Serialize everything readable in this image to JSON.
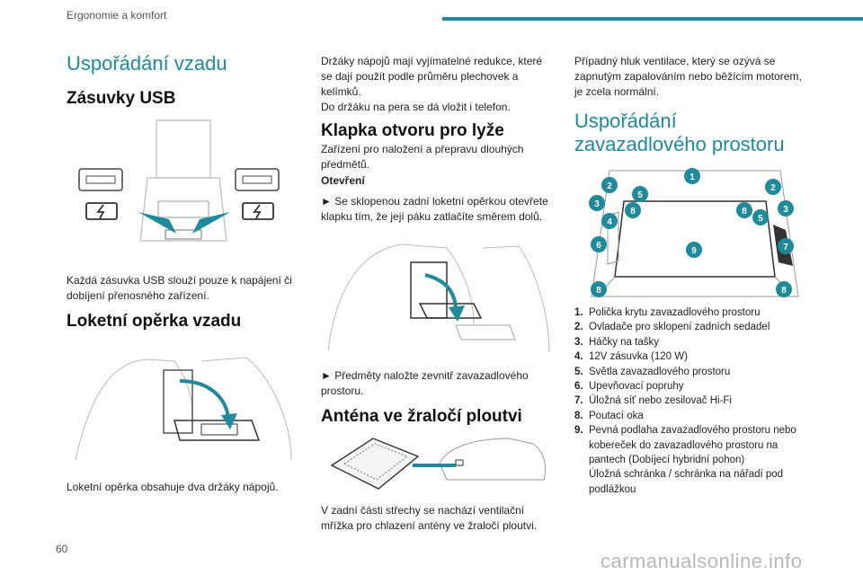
{
  "header": {
    "section": "Ergonomie a komfort",
    "accent_color": "#1e8a9a"
  },
  "col1": {
    "title": "Uspořádání vzadu",
    "usb_heading": "Zásuvky USB",
    "usb_text": "Každá zásuvka USB slouží pouze k napájení či dobíjení přenosného zařízení.",
    "armrest_heading": "Loketní opěrka vzadu",
    "armrest_text": "Loketní opěrka obsahuje dva držáky nápojů."
  },
  "col2": {
    "cupholder_text": "Držáky nápojů mají vyjímatelné redukce, které se dají použít podle průměru plechovek a kelímků.",
    "pen_text": "Do držáku na pera se dá vložit i telefon.",
    "ski_heading": "Klapka otvoru pro lyže",
    "ski_text": "Zařízení pro naložení a přepravu dlouhých předmětů.",
    "opening_label": "Otevření",
    "step1": "► Se sklopenou zadní loketní opěrkou otevřete klapku tím, že její páku zatlačíte směrem dolů.",
    "step2": "► Předměty naložte zevnitř zavazadlového prostoru.",
    "antenna_heading": "Anténa ve žraločí ploutvi",
    "antenna_text": "V zadní části střechy se nachází ventilační mřížka pro chlazení antény ve žraločí ploutvi."
  },
  "col3": {
    "noise_text": "Případný hluk ventilace, který se ozývá se zapnutým zapalováním nebo běžícím motorem, je zcela normální.",
    "trunk_title_line1": "Uspořádání",
    "trunk_title_line2": "zavazadlového prostoru",
    "callouts": [
      "1",
      "2",
      "3",
      "4",
      "5",
      "6",
      "7",
      "8",
      "9"
    ],
    "items": [
      {
        "num": "1.",
        "text": "Polička krytu zavazadlového prostoru"
      },
      {
        "num": "2.",
        "text": "Ovladače pro sklopení zadních sedadel"
      },
      {
        "num": "3.",
        "text": "Háčky na tašky"
      },
      {
        "num": "4.",
        "text": "12V zásuvka (120 W)"
      },
      {
        "num": "5.",
        "text": "Světla zavazadlového prostoru"
      },
      {
        "num": "6.",
        "text": "Upevňovací popruhy"
      },
      {
        "num": "7.",
        "text": "Úložná síť nebo zesilovač Hi-Fi"
      },
      {
        "num": "8.",
        "text": "Poutací oka"
      },
      {
        "num": "9.",
        "text": "Pevná podlaha zavazadlového prostoru nebo kobereček do zavazadlového prostoru na pantech (Dobíjecí hybridní pohon)"
      }
    ],
    "item9_extra": "Úložná schránka / schránka na nářadí pod podlážkou"
  },
  "footer": {
    "page_number": "60",
    "watermark": "carmanualsonline.info"
  }
}
